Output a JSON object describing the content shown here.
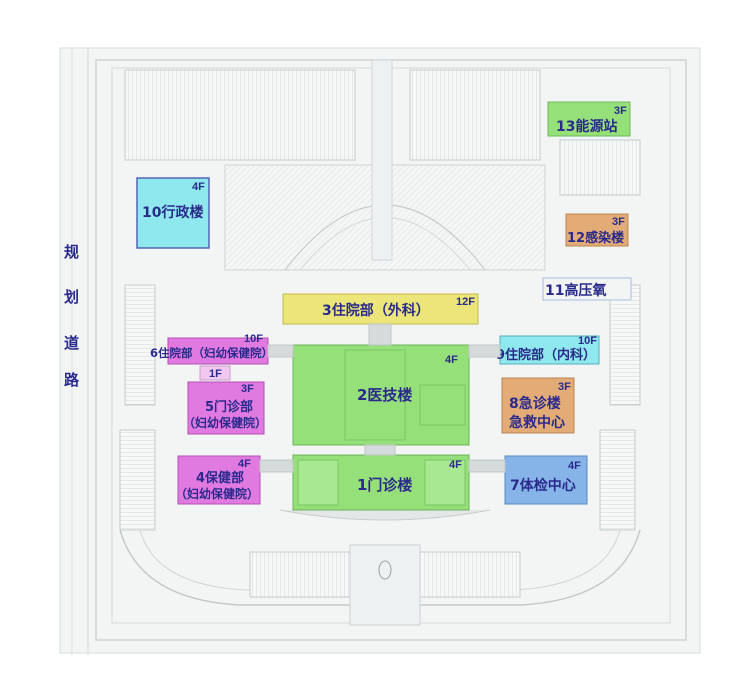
{
  "road_label": [
    "规",
    "划",
    "道",
    "路"
  ],
  "colors": {
    "green": "#96e07a",
    "cyan": "#8ee8ee",
    "orange": "#e3ac76",
    "pink": "#e07ae0",
    "yellow": "#ece67a",
    "blue": "#86b4e8",
    "lightblue": "#a8d8ef",
    "label": "#2a2a8c"
  },
  "buildings": [
    {
      "id": "b13",
      "name": "13能源站",
      "floors": "3F",
      "color": "#96e07a"
    },
    {
      "id": "b10",
      "name": "10行政楼",
      "floors": "4F",
      "color": "#8ee8ee"
    },
    {
      "id": "b12",
      "name": "12感染楼",
      "floors": "3F",
      "color": "#e3ac76"
    },
    {
      "id": "b11",
      "name": "11高压氧"
    },
    {
      "id": "b3",
      "name": "3住院部（外科）",
      "floors": "12F",
      "color": "#ece67a"
    },
    {
      "id": "b6",
      "name": "6住院部（妇幼保健院）",
      "floors": "10F",
      "color": "#e07ae0"
    },
    {
      "id": "b9",
      "name": "9住院部（内科）",
      "floors": "10F",
      "color": "#8ee8ee"
    },
    {
      "id": "b2",
      "name": "2医技楼",
      "floors": "4F",
      "color": "#96e07a"
    },
    {
      "id": "b5",
      "name_line1": "5门诊部",
      "name_line2": "（妇幼保健院）",
      "floors": "3F",
      "color": "#e07ae0"
    },
    {
      "id": "b8",
      "name_line1": "8急诊楼",
      "name_line2": "急救中心",
      "floors": "3F",
      "color": "#e3ac76"
    },
    {
      "id": "b4",
      "name_line1": "4保健部",
      "name_line2": "（妇幼保健院）",
      "floors": "4F",
      "color": "#e07ae0"
    },
    {
      "id": "b1",
      "name": "1门诊楼",
      "floors": "4F",
      "color": "#96e07a"
    },
    {
      "id": "b7",
      "name": "7体检中心",
      "floors": "4F",
      "color": "#86b4e8"
    }
  ],
  "small_labels": {
    "connector_1f": "1F"
  }
}
